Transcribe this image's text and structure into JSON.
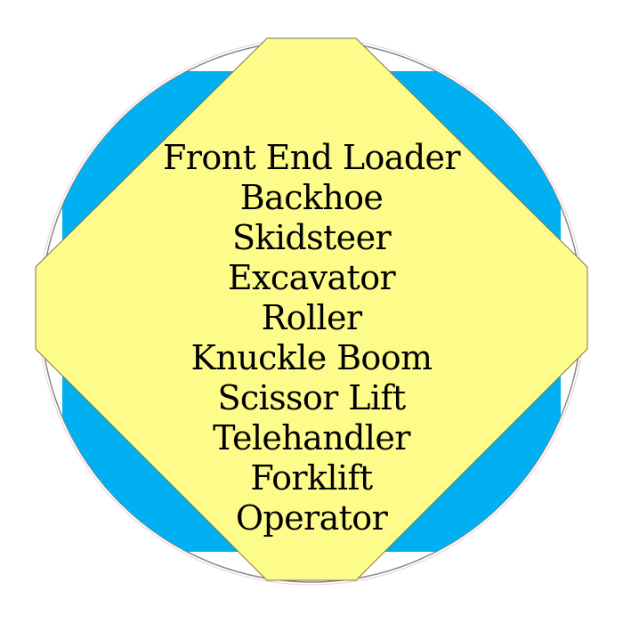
{
  "colors": {
    "background": "#ffffff",
    "circle_fill": "#ffffff",
    "circle_stroke": "#888888",
    "circle_accent_stroke": "#f0c8d8",
    "square_fill": "#00b0f0",
    "diamond_fill": "#fdfb8a",
    "diamond_stroke": "#7a7a4a",
    "text": "#000000"
  },
  "labels": [
    "Front End Loader",
    "Backhoe",
    "Skidsteer",
    "Excavator",
    "Roller",
    "Knuckle Boom",
    "Scissor Lift",
    "Telehandler",
    "Forklift",
    "Operator"
  ]
}
